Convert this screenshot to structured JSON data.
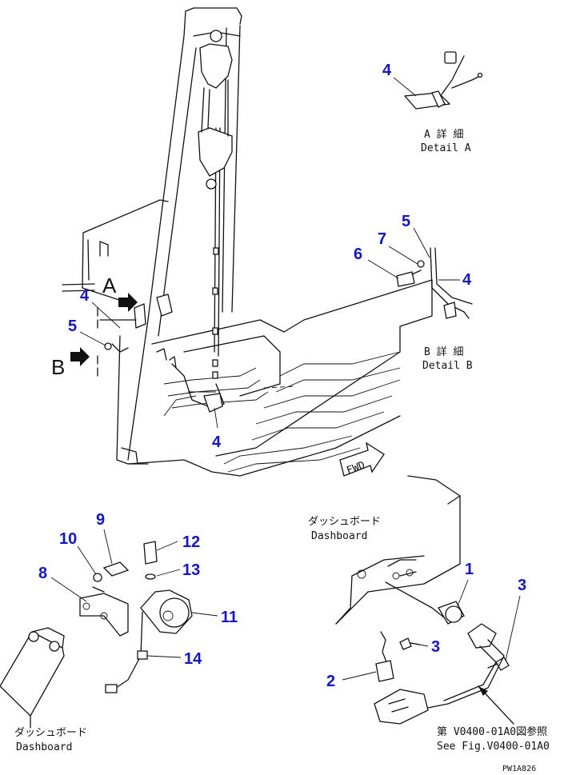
{
  "diagram": {
    "callouts": [
      {
        "id": "c4-detailA",
        "label": "4"
      },
      {
        "id": "c5-detailB",
        "label": "5"
      },
      {
        "id": "c7-detailB",
        "label": "7"
      },
      {
        "id": "c6-detailB",
        "label": "6"
      },
      {
        "id": "c4-detailB",
        "label": "4"
      },
      {
        "id": "c4-cab-left",
        "label": "4"
      },
      {
        "id": "c5-cab-left",
        "label": "5"
      },
      {
        "id": "c4-cab-bottom",
        "label": "4"
      },
      {
        "id": "c1",
        "label": "1"
      },
      {
        "id": "c3-right",
        "label": "3"
      },
      {
        "id": "c3-lower",
        "label": "3"
      },
      {
        "id": "c2",
        "label": "2"
      },
      {
        "id": "c9",
        "label": "9"
      },
      {
        "id": "c10",
        "label": "10"
      },
      {
        "id": "c12",
        "label": "12"
      },
      {
        "id": "c13",
        "label": "13"
      },
      {
        "id": "c8",
        "label": "8"
      },
      {
        "id": "c11",
        "label": "11"
      },
      {
        "id": "c14",
        "label": "14"
      }
    ],
    "view_letters": {
      "a": "A",
      "b": "B"
    },
    "detail_a": {
      "jp": "A 詳 細",
      "en": "Detail A"
    },
    "detail_b": {
      "jp": "B 詳 細",
      "en": "Detail B"
    },
    "fwd_label": "FWD",
    "dashboard_right": {
      "jp": "ダッシュボード",
      "en": "Dashboard"
    },
    "dashboard_left": {
      "jp": "ダッシュボード",
      "en": "Dashboard"
    },
    "reference": {
      "jp": "第 V0400-01A0図参照",
      "en": "See Fig.V0400-01A0"
    },
    "drawing_id": "PW1A826"
  }
}
